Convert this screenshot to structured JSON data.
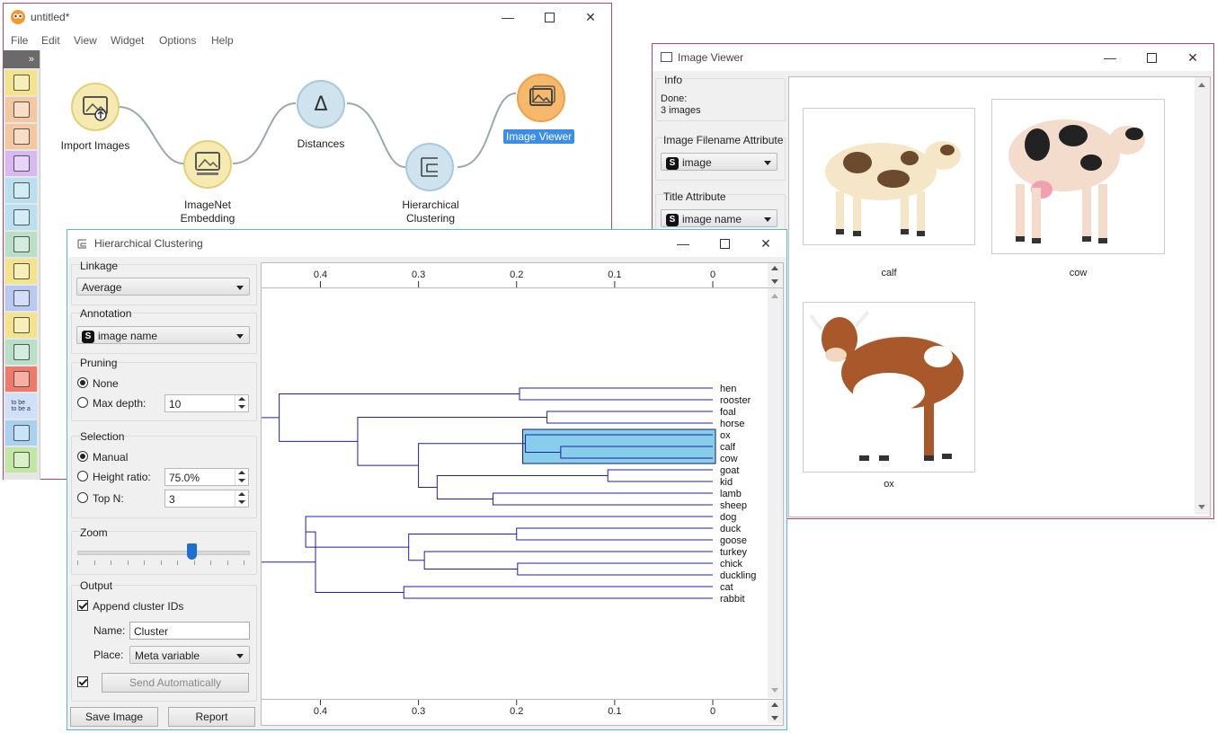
{
  "canvas": {
    "title": "untitled*",
    "menu": [
      "File",
      "Edit",
      "View",
      "Widget",
      "Options",
      "Help"
    ],
    "toolbox_toggle": "»",
    "nodes": {
      "import_images": "Import Images",
      "imagenet_embedding_line1": "ImageNet",
      "imagenet_embedding_line2": "Embedding",
      "distances": "Distances",
      "hierarchical_line1": "Hierarchical",
      "hierarchical_line2": "Clustering",
      "image_viewer": "Image Viewer"
    },
    "toolbox_colors": [
      "#f3e38a",
      "#f3c8a0",
      "#f3c8a0",
      "#d8b8f0",
      "#b8e0f0",
      "#b8e0f0",
      "#b8e0c8",
      "#f3e38a",
      "#b8c8f0",
      "#f3e38a",
      "#b8e0c8",
      "#f07a6a",
      "#d0e0f8",
      "#a8d0f0",
      "#c0e8a0"
    ],
    "toolbox_icons": [
      "table-icon",
      "scatter-icon",
      "tree-icon",
      "cluster-icon",
      "grid-icon",
      "dots-icon",
      "person-icon",
      "image-icon",
      "star-icon",
      "arrow-dots-icon",
      "network-icon",
      "graduation-icon",
      "text-icon",
      "line-chart-icon",
      "dots-plot-icon"
    ],
    "text_tool_label": "to be to be a"
  },
  "clustering": {
    "title": "Hierarchical Clustering",
    "linkage": {
      "label": "Linkage",
      "value": "Average"
    },
    "annotation": {
      "label": "Annotation",
      "badge": "S",
      "value": "image name"
    },
    "pruning": {
      "label": "Pruning",
      "none": "None",
      "max_depth": "Max depth:",
      "max_depth_value": "10"
    },
    "selection": {
      "label": "Selection",
      "manual": "Manual",
      "height_ratio": "Height ratio:",
      "height_ratio_value": "75.0%",
      "top_n": "Top N:",
      "top_n_value": "3"
    },
    "zoom": {
      "label": "Zoom",
      "level": 0.67
    },
    "output": {
      "label": "Output",
      "append_cluster_ids": "Append cluster IDs",
      "name_label": "Name:",
      "name_value": "Cluster",
      "place_label": "Place:",
      "place_value": "Meta variable",
      "send_automatically": "Send Automatically"
    },
    "save_image": "Save Image",
    "report": "Report"
  },
  "viewer": {
    "title": "Image Viewer",
    "info": {
      "label": "Info",
      "line1": "Done:",
      "line2": "3 images"
    },
    "filename_attr": {
      "label": "Image Filename Attribute",
      "badge": "S",
      "value": "image"
    },
    "title_attr": {
      "label": "Title Attribute",
      "badge": "S",
      "value": "image name"
    },
    "images": [
      {
        "caption": "calf",
        "icon": "calf-image"
      },
      {
        "caption": "cow",
        "icon": "cow-image"
      },
      {
        "caption": "ox",
        "icon": "ox-image"
      }
    ]
  },
  "chart_data": {
    "type": "dendrogram",
    "axis_ticks": [
      "0.4",
      "0.3",
      "0.2",
      "0.1",
      "0"
    ],
    "xlim": [
      0.46,
      0
    ],
    "leaves": [
      "hen",
      "rooster",
      "foal",
      "horse",
      "ox",
      "calf",
      "cow",
      "goat",
      "kid",
      "lamb",
      "sheep",
      "dog",
      "duck",
      "goose",
      "turkey",
      "chick",
      "duckling",
      "cat",
      "rabbit"
    ],
    "merges": [
      {
        "a": "hen",
        "b": "rooster",
        "height": 0.197
      },
      {
        "a": "foal",
        "b": "horse",
        "height": 0.169
      },
      {
        "a": "calf",
        "b": "cow",
        "height": 0.155
      },
      {
        "a": "ox",
        "b": "calf+cow",
        "height": 0.191
      },
      {
        "a": "goat",
        "b": "kid",
        "height": 0.107
      },
      {
        "a": "lamb",
        "b": "sheep",
        "height": 0.224
      },
      {
        "a": "goat+kid",
        "b": "lamb+sheep",
        "height": 0.281
      },
      {
        "a": "ox-group",
        "b": "goat-group",
        "height": 0.3
      },
      {
        "a": "foal+horse",
        "b": "ox-goat-group",
        "height": 0.362
      },
      {
        "a": "duck",
        "b": "goose",
        "height": 0.2
      },
      {
        "a": "chick",
        "b": "duckling",
        "height": 0.199
      },
      {
        "a": "turkey",
        "b": "chick+duckling",
        "height": 0.294
      },
      {
        "a": "duck+goose",
        "b": "turkey-group",
        "height": 0.31
      },
      {
        "a": "dog",
        "b": "bird-group",
        "height": 0.415
      },
      {
        "a": "cat",
        "b": "rabbit",
        "height": 0.315
      },
      {
        "a": "dog-group",
        "b": "cat+rabbit",
        "height": 0.405
      },
      {
        "a": "hen+rooster",
        "b": "foal-group",
        "height": 0.442
      },
      {
        "a": "dog-cat-group",
        "b": "hen-foal-group",
        "height": 0.467
      }
    ],
    "selected": [
      "ox",
      "calf",
      "cow"
    ],
    "line_color": "#1f1fa8",
    "selection_color": "#87ceeb"
  }
}
